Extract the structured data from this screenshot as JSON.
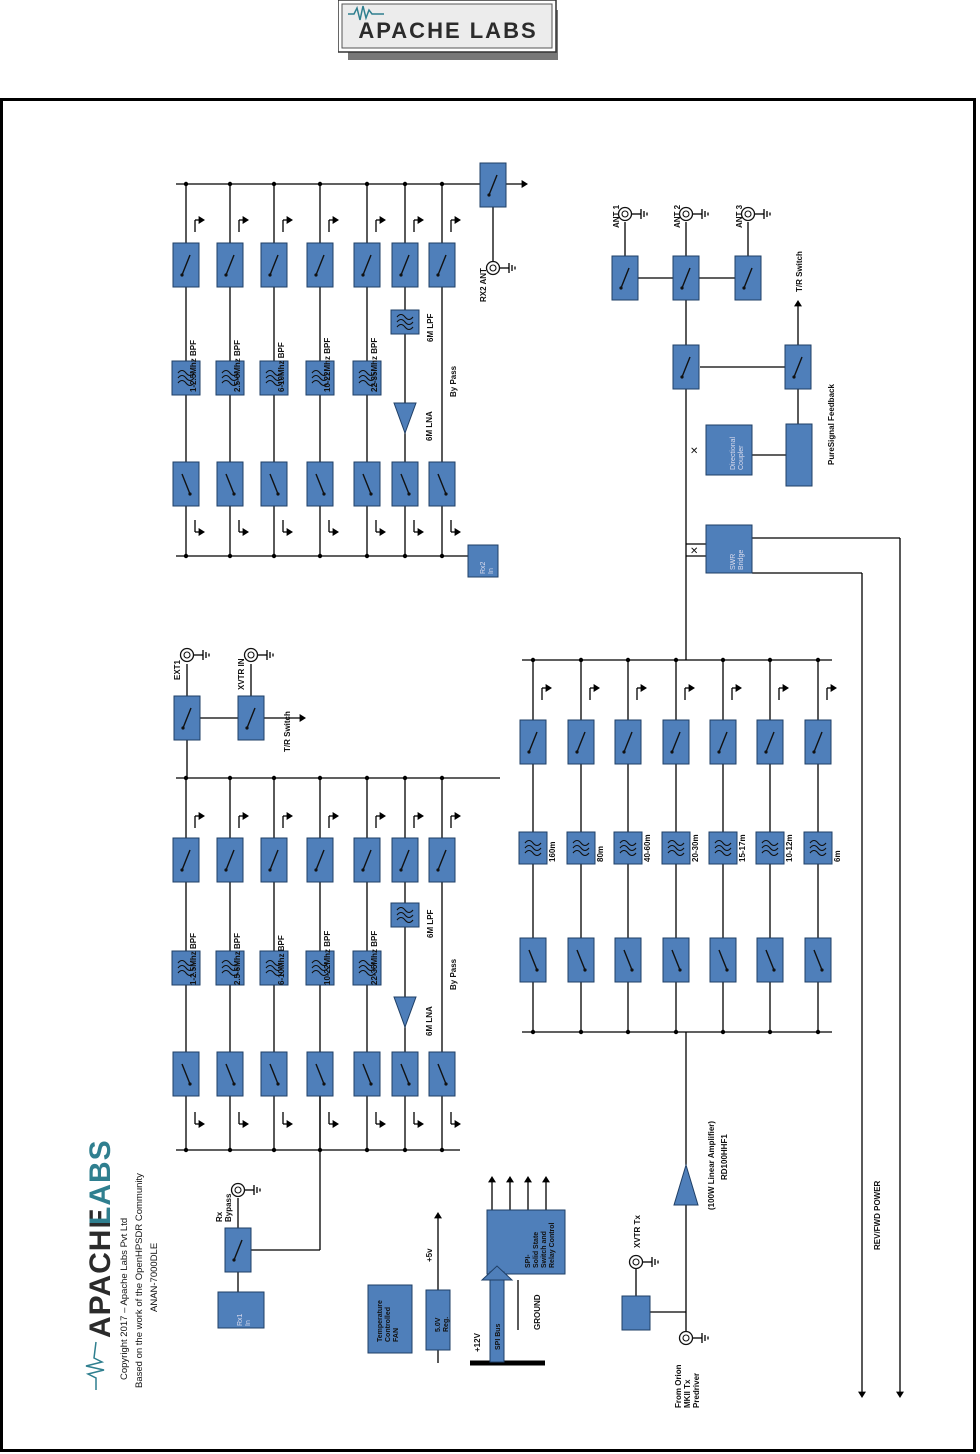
{
  "header": {
    "logo_text": "APACHE LABS"
  },
  "diagram": {
    "colors": {
      "block": "#4f7fba",
      "block_stroke": "#1f3f66",
      "wire": "#000000",
      "brand": "#2f7f8f",
      "logo_dark": "#2b2b2b"
    },
    "credits": {
      "line1": "Copyright 2017 – Apache Labs Pvt Ltd",
      "line2": "Based on the work of the OpenHPSDR Community",
      "line3": "ANAN-7000DLE"
    },
    "rx1_filters": [
      "1-2.5Mhz BPF",
      "2.5-6Mhz BPF",
      "6-10Mhz BPF",
      "10-22Mhz BPF",
      "22-35Mhz BPF"
    ],
    "rx1_lna": "6M LNA",
    "rx1_lpf": "6M LPF",
    "rx1_bypass": "By Pass",
    "rx2_filters": [
      "1-2.5Mhz BPF",
      "2.5-6Mhz BPF",
      "6-10Mhz BPF",
      "10-22Mhz BPF",
      "22-35Mhz BPF"
    ],
    "rx2_lna": "6M LNA",
    "rx2_lpf": "6M LPF",
    "rx2_bypass": "By Pass",
    "rx2_ant": "RX2 ANT",
    "rx2_in": "Rx2\nIn",
    "rx1_in": "Rx1\nIn",
    "rx_bypass": "Rx\nBypass",
    "ext1": "EXT1",
    "xvtr_in": "XVTR IN",
    "tr_switch_rx": "T/R Switch",
    "tr_switch_ant": "T/R Switch",
    "tx_bands": [
      "160m",
      "80m",
      "40-60m",
      "20-30m",
      "15-17m",
      "10-12m",
      "6m"
    ],
    "ant_labels": [
      "ANT 1",
      "ANT 2",
      "ANT 3"
    ],
    "swr_bridge": "SWR\nBridge",
    "directional_coupler": "Directional\nCoupler",
    "puresignal": "PureSignal Feedback",
    "rev_fwd": "REV/FWD POWER",
    "pa_label1": "(100W Linear Amplifier)",
    "pa_label2": "RD100HHF1",
    "xvtr_tx": "XVTR Tx",
    "from_orion": "From Orion\nMKII Tx\nPredriver",
    "spi_ctrl": "SPI-\nSolid State\nSwitch and\nRelay Control",
    "spi_bus": "SPI Bus",
    "ground": "GROUND",
    "plus12v": "+12V",
    "plus5v": "+5v",
    "reg": "5.0V\nReg.",
    "fan": "Temperature\nControlled\nFAN"
  }
}
